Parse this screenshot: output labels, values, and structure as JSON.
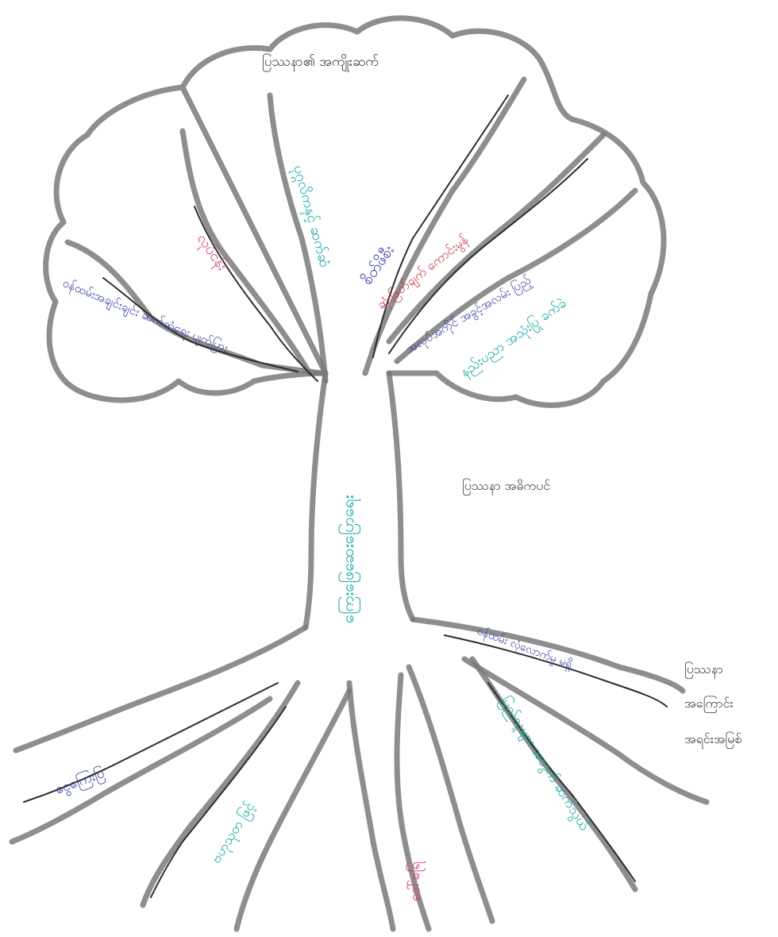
{
  "colors": {
    "blue": "#3a3fa6",
    "teal": "#13a8a0",
    "pink": "#d23a78",
    "red": "#c83a4a",
    "black": "#3a3a3a",
    "outline_gray": "#7a7a7a"
  },
  "crown_title": "ပြဿနာ၏ အကျိုးဆက်",
  "trunk_label": "ကြေး‌ဖြေ‌ဆေးပြောရေး",
  "problem_label": "ပြဿနာ အဓိကပင်",
  "side_labels": [
    "ပြဿနာ",
    "အကြောင်း",
    "အရင်းအမြစ်"
  ],
  "branches": {
    "far_left": "ဝန်ထမ်းအချင်းချင်း ဆက်ဆံရေး ပျက်ပြား",
    "left_pink": "လုပ်ငန်း",
    "left_teal": "ပုဂ္ဂလိကနှင့် ဆက်ဆံ",
    "right_blue_1": "စိတ်ဖိစီး",
    "right_red": "ဆုံးဖြတ်ချက် ကောင်းမွန်",
    "right_blue_2": "အလုပ်အကိုင် အခွင့်အလမ်း ပြည့်",
    "right_teal": "နည်းပညာ အသုံးပြု ခက်ခဲ"
  },
  "roots": {
    "far_left_blue": "ငွေကြေးပြ",
    "left_teal": "ဗဟုသုတ ဖြင့်",
    "center_pink": "ဒေါ်ခရြ",
    "right_teal": "ပြည်သူများ အတွက် ဆက်သွယ်",
    "right_blue": "ဝန်ထမ်း လုံလောက်မှု မရှိ"
  }
}
